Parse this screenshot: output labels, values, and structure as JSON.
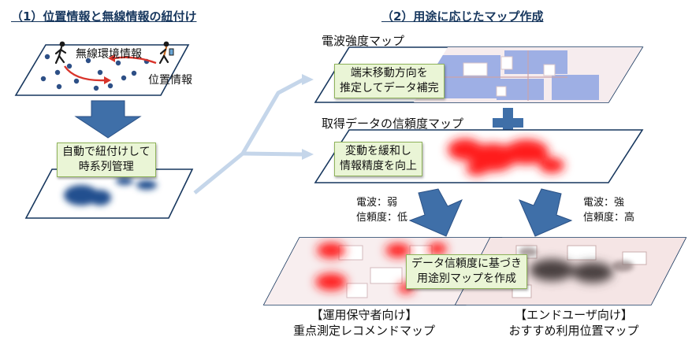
{
  "section1": {
    "title": "（1）位置情報と無線情報の紐付け",
    "wireless_label": "無線環境情報",
    "position_label": "位置情報",
    "callout": [
      "自動で紐付けして",
      "時系列管理"
    ]
  },
  "section2": {
    "title": "（2）用途に応じたマップ作成",
    "radio_map_label": "電波強度マップ",
    "radio_map_callout": [
      "端末移動方向を",
      "推定してデータ補完"
    ],
    "reliability_map_label": "取得データの信頼度マップ",
    "reliability_callout": [
      "変動を緩和し",
      "情報精度を向上"
    ],
    "left_condition": [
      "電波：弱",
      "信頼度：低"
    ],
    "right_condition": [
      "電波：強",
      "信頼度：高"
    ],
    "bottom_callout": [
      "データ信頼度に基づき",
      "用途別マップを作成"
    ],
    "operator_map": [
      "【運用保守者向け】",
      "重点測定レコメンドマップ"
    ],
    "enduser_map": [
      "【エンドユーザ向け】",
      "おすすめ利用位置マップ"
    ]
  },
  "colors": {
    "arrow_blue": "#3f6fa8",
    "arrow_light": "#c5d6ea",
    "heading": "#17375e",
    "red_path": "#d9342b",
    "dot_blue": "#2d4f86",
    "callout_fill": "#eaf5d6",
    "callout_border": "#8fb35a"
  },
  "icons": [
    "walking-person-icon",
    "smartphone-user-icon",
    "plus-icon"
  ]
}
